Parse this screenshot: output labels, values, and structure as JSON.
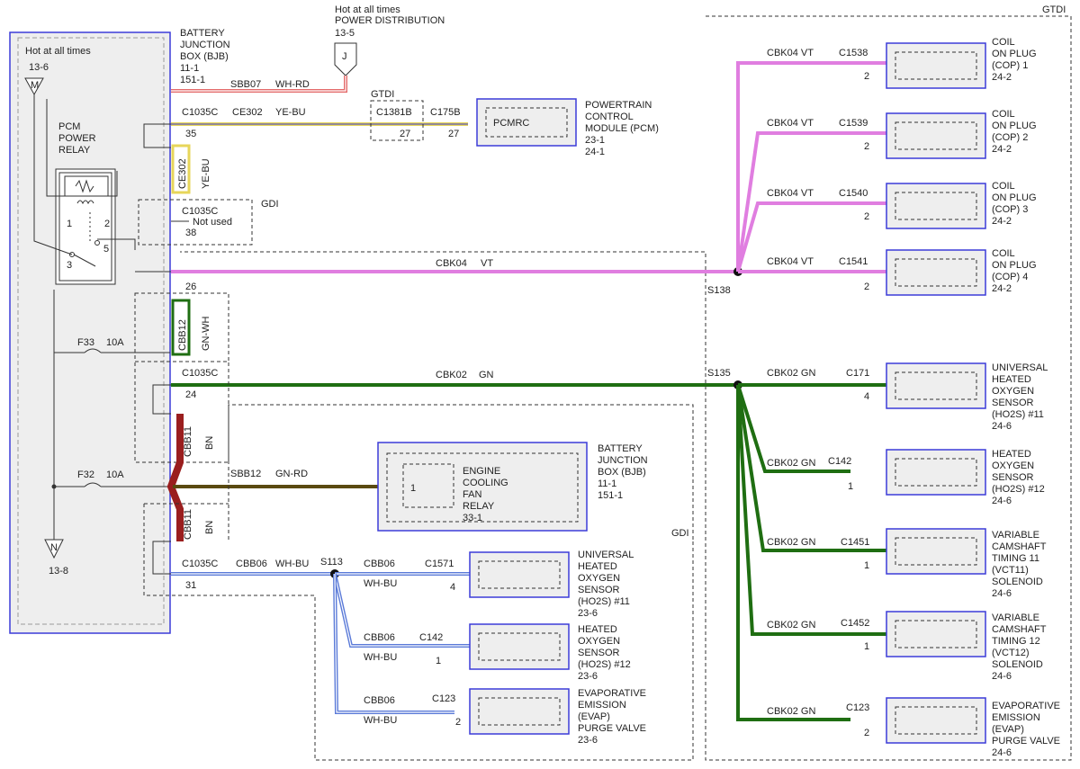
{
  "bjb_fuse_box": {
    "hot_label": "Hot at all times",
    "hot_ref": "13-6",
    "m_marker": "M",
    "n_marker": "N",
    "n_ref": "13-8",
    "relay_label": [
      "PCM",
      "POWER",
      "RELAY"
    ],
    "relay_pins": [
      "1",
      "2",
      "3",
      "5"
    ],
    "fuse_f33": "F33",
    "fuse_f33_rating": "10A",
    "fuse_f32": "F32",
    "fuse_f32_rating": "10A"
  },
  "bjb_title": [
    "BATTERY",
    "JUNCTION",
    "BOX (BJB)",
    "11-1",
    "151-1"
  ],
  "power_dist": {
    "label_1": "Hot at all times",
    "label_2": "POWER DISTRIBUTION",
    "ref": "13-5",
    "marker": "J"
  },
  "wires": {
    "sbb07": "SBB07",
    "sbb07_color": "WH-RD",
    "ce302": "CE302",
    "ce302_color": "YE-BU",
    "cbk04": "CBK04",
    "cbk04_color": "VT",
    "cbb12": "CBB12",
    "cbb12_color": "GN-WH",
    "cbk02": "CBK02",
    "cbk02_color": "GN",
    "cbb11": "CBB11",
    "cbb11_color": "BN",
    "sbb12": "SBB12",
    "sbb12_color": "GN-RD",
    "cbb06": "CBB06",
    "cbb06_color": "WH-BU"
  },
  "connectors": {
    "c1035c": "C1035C",
    "pin35": "35",
    "pin38": "38",
    "pin26": "26",
    "pin24": "24",
    "pin31": "31",
    "not_used": "Not used",
    "gtdi": "GTDI",
    "gdi": "GDI",
    "c1381b": "C1381B",
    "c1381b_pin": "27",
    "c175b": "C175B",
    "c175b_pin": "27"
  },
  "pcm": {
    "inner": "PCMRC",
    "label": [
      "POWERTRAIN",
      "CONTROL",
      "MODULE (PCM)",
      "23-1",
      "24-1"
    ]
  },
  "splices": {
    "s138": "S138",
    "s135": "S135",
    "s113": "S113"
  },
  "coils": [
    {
      "wire": "CBK04  VT",
      "conn": "C1538",
      "pin": "2",
      "label": [
        "COIL",
        "ON PLUG",
        "(COP) 1",
        "24-2"
      ]
    },
    {
      "wire": "CBK04  VT",
      "conn": "C1539",
      "pin": "2",
      "label": [
        "COIL",
        "ON PLUG",
        "(COP) 2",
        "24-2"
      ]
    },
    {
      "wire": "CBK04  VT",
      "conn": "C1540",
      "pin": "2",
      "label": [
        "COIL",
        "ON PLUG",
        "(COP) 3",
        "24-2"
      ]
    },
    {
      "wire": "CBK04  VT",
      "conn": "C1541",
      "pin": "2",
      "label": [
        "COIL",
        "ON PLUG",
        "(COP) 4",
        "24-2"
      ]
    }
  ],
  "gn_loads": [
    {
      "wire": "CBK02  GN",
      "conn": "C171",
      "pin": "4",
      "label": [
        "UNIVERSAL",
        "HEATED",
        "OXYGEN",
        "SENSOR",
        "(HO2S) #11",
        "24-6"
      ]
    },
    {
      "wire": "CBK02 GN",
      "conn": "C142",
      "pin": "1",
      "label": [
        "HEATED",
        "OXYGEN",
        "SENSOR",
        "(HO2S) #12",
        "24-6"
      ]
    },
    {
      "wire": "CBK02 GN",
      "conn": "C1451",
      "pin": "1",
      "label": [
        "VARIABLE",
        "CAMSHAFT",
        "TIMING 11",
        "(VCT11)",
        "SOLENOID",
        "24-6"
      ]
    },
    {
      "wire": "CBK02 GN",
      "conn": "C1452",
      "pin": "1",
      "label": [
        "VARIABLE",
        "CAMSHAFT",
        "TIMING 12",
        "(VCT12)",
        "SOLENOID",
        "24-6"
      ]
    },
    {
      "wire": "CBK02 GN",
      "conn": "C123",
      "pin": "2",
      "label": [
        "EVAPORATIVE",
        "EMISSION",
        "(EVAP)",
        "PURGE VALVE",
        "24-6"
      ]
    }
  ],
  "wb_loads": [
    {
      "wire": "CBB06",
      "color": "WH-BU",
      "conn": "C1571",
      "pin": "4",
      "label": [
        "UNIVERSAL",
        "HEATED",
        "OXYGEN",
        "SENSOR",
        "(HO2S) #11",
        "23-6"
      ]
    },
    {
      "wire": "CBB06",
      "color": "WH-BU",
      "conn": "C142",
      "pin": "1",
      "label": [
        "HEATED",
        "OXYGEN",
        "SENSOR",
        "(HO2S) #12",
        "23-6"
      ]
    },
    {
      "wire": "CBB06",
      "color": "WH-BU",
      "conn": "C123",
      "pin": "2",
      "label": [
        "EVAPORATIVE",
        "EMISSION",
        "(EVAP)",
        "PURGE VALVE",
        "23-6"
      ]
    }
  ],
  "fan_relay": {
    "label": [
      "ENGINE",
      "COOLING",
      "FAN",
      "RELAY",
      "33-1"
    ],
    "pin": "1",
    "bjb": [
      "BATTERY",
      "JUNCTION",
      "BOX (BJB)",
      "11-1",
      "151-1"
    ]
  },
  "colors": {
    "vt": "#e07ee0",
    "gn": "#1f6e12",
    "ye": "#e7d65a",
    "bn": "#9a1e1e",
    "gnrd": "#5a4a10",
    "wh_rd": "#e46b6b",
    "box_blue": "#3b3bd8"
  }
}
